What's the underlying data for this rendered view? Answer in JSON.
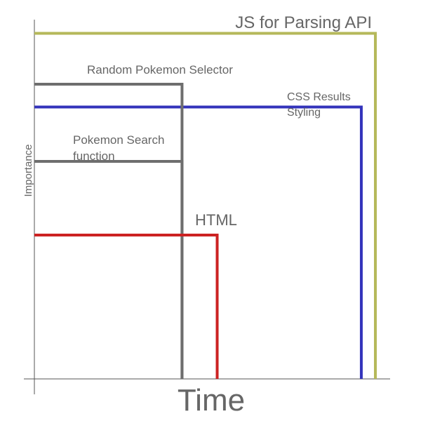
{
  "axes": {
    "y_label": "Importance",
    "x_label": "Time",
    "color": "#555555"
  },
  "items": [
    {
      "id": "js",
      "label": "JS for Parsing API",
      "color": "#b5b85a",
      "importance": 0.985,
      "time": 0.97
    },
    {
      "id": "random",
      "label": "Random Pokemon Selector",
      "color": "#6e6e6e",
      "importance": 0.84,
      "time": 0.42
    },
    {
      "id": "css",
      "label": "CSS Results Styling",
      "color": "#3333bb",
      "importance": 0.775,
      "time": 0.93
    },
    {
      "id": "search",
      "label": "Pokemon Search function",
      "color": "#6e6e6e",
      "importance": 0.62,
      "time": 0.42
    },
    {
      "id": "html",
      "label": "HTML",
      "color": "#cc2222",
      "importance": 0.41,
      "time": 0.52
    }
  ]
}
